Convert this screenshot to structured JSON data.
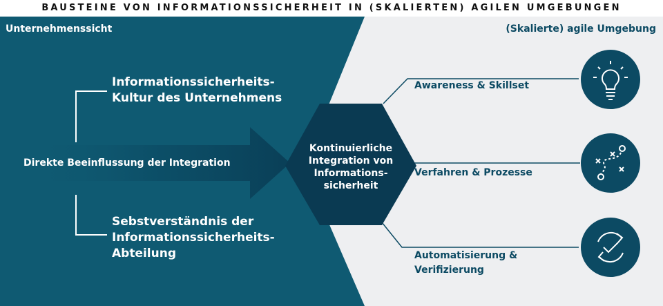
{
  "title": "BAUSTEINE VON INFORMATIONSSICHERHEIT IN (SKALIERTEN) AGILEN UMGEBUNGEN",
  "left_panel": {
    "heading": "Unternehmenssicht",
    "culture": "Informationssicherheits-\nKultur des Unternehmens",
    "direct": "Direkte Beeinflussung der Integration",
    "self": "Sebstverständnis der\nInformationssicherheits-\nAbteilung"
  },
  "right_panel": {
    "heading": "(Skalierte) agile Umgebung",
    "center": "Kontinuierliche\nIntegration von\nInformations-\nsicherheit",
    "items": [
      {
        "label": "Awareness & Skillset",
        "icon": "lightbulb-icon"
      },
      {
        "label": "Verfahren & Prozesse",
        "icon": "strategy-icon"
      },
      {
        "label": "Automatisierung &\nVerifizierung",
        "icon": "refresh-check-icon"
      }
    ]
  },
  "colors": {
    "dark_teal": "#0c4a63",
    "teal": "#0f5a72",
    "hex": "#0a3a52",
    "light_bg": "#eeeff1"
  }
}
